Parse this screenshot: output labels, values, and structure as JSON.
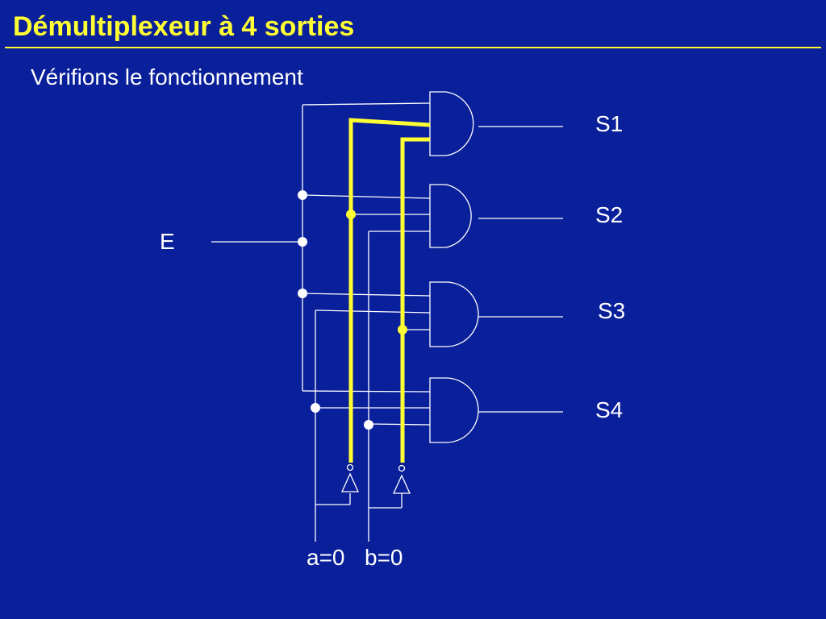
{
  "slide": {
    "title": "Démultiplexeur à 4 sorties",
    "subtitle": "Vérifions le fonctionnement"
  },
  "circuit": {
    "input_label": "E",
    "outputs": [
      "S1",
      "S2",
      "S3",
      "S4"
    ],
    "select_a_label": "a=0",
    "select_b_label": "b=0"
  },
  "colors": {
    "background": "#0a1f9a",
    "title": "#ffff33",
    "wire": "#ffffff",
    "active_path": "#ffff33"
  }
}
